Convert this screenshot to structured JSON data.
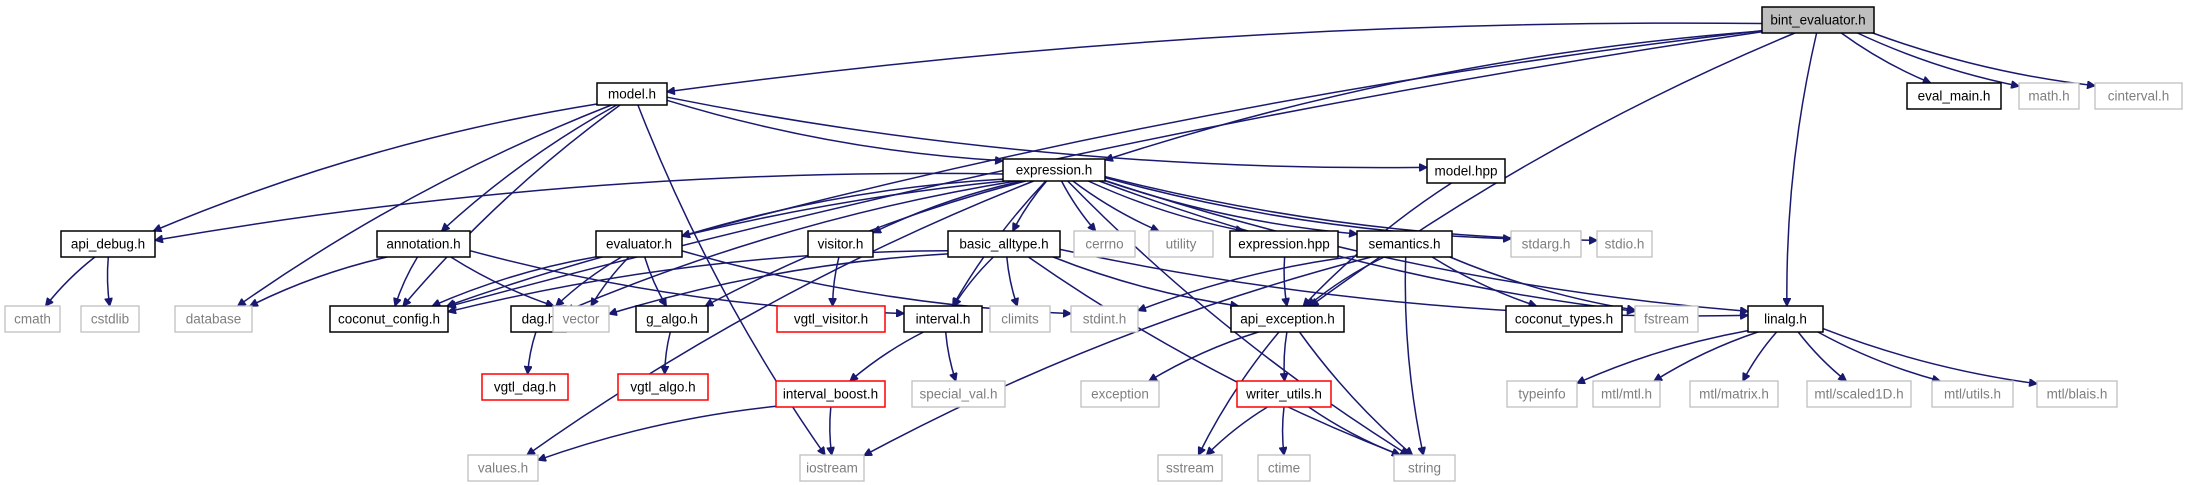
{
  "graph": {
    "root": "bint_evaluator.h",
    "nodes": [
      {
        "id": "bint",
        "label": "bint_evaluator.h",
        "style": "root"
      },
      {
        "id": "model_h",
        "label": "model.h",
        "style": "doc"
      },
      {
        "id": "eval_main",
        "label": "eval_main.h",
        "style": "doc"
      },
      {
        "id": "math_h",
        "label": "math.h",
        "style": "ext"
      },
      {
        "id": "cinterval",
        "label": "cinterval.h",
        "style": "ext"
      },
      {
        "id": "expression",
        "label": "expression.h",
        "style": "doc"
      },
      {
        "id": "model_hpp",
        "label": "model.hpp",
        "style": "doc"
      },
      {
        "id": "api_debug",
        "label": "api_debug.h",
        "style": "doc"
      },
      {
        "id": "annotation",
        "label": "annotation.h",
        "style": "doc"
      },
      {
        "id": "evaluator",
        "label": "evaluator.h",
        "style": "doc"
      },
      {
        "id": "visitor",
        "label": "visitor.h",
        "style": "doc"
      },
      {
        "id": "basic_alltype",
        "label": "basic_alltype.h",
        "style": "doc"
      },
      {
        "id": "cerrno",
        "label": "cerrno",
        "style": "ext"
      },
      {
        "id": "utility",
        "label": "utility",
        "style": "ext"
      },
      {
        "id": "expression_hpp",
        "label": "expression.hpp",
        "style": "doc"
      },
      {
        "id": "semantics",
        "label": "semantics.h",
        "style": "doc"
      },
      {
        "id": "stdarg",
        "label": "stdarg.h",
        "style": "ext"
      },
      {
        "id": "stdio",
        "label": "stdio.h",
        "style": "ext"
      },
      {
        "id": "cmath",
        "label": "cmath",
        "style": "ext"
      },
      {
        "id": "cstdlib",
        "label": "cstdlib",
        "style": "ext"
      },
      {
        "id": "database",
        "label": "database",
        "style": "ext"
      },
      {
        "id": "coconut_config",
        "label": "coconut_config.h",
        "style": "doc"
      },
      {
        "id": "dag_h",
        "label": "dag.h",
        "style": "doc"
      },
      {
        "id": "vector",
        "label": "vector",
        "style": "ext"
      },
      {
        "id": "g_algo",
        "label": "g_algo.h",
        "style": "doc"
      },
      {
        "id": "vgtl_visitor",
        "label": "vgtl_visitor.h",
        "style": "red"
      },
      {
        "id": "interval_h",
        "label": "interval.h",
        "style": "doc"
      },
      {
        "id": "climits",
        "label": "climits",
        "style": "ext"
      },
      {
        "id": "stdint",
        "label": "stdint.h",
        "style": "ext"
      },
      {
        "id": "api_exception",
        "label": "api_exception.h",
        "style": "doc"
      },
      {
        "id": "coconut_types",
        "label": "coconut_types.h",
        "style": "doc"
      },
      {
        "id": "fstream",
        "label": "fstream",
        "style": "ext"
      },
      {
        "id": "linalg",
        "label": "linalg.h",
        "style": "doc"
      },
      {
        "id": "vgtl_dag",
        "label": "vgtl_dag.h",
        "style": "red"
      },
      {
        "id": "vgtl_algo",
        "label": "vgtl_algo.h",
        "style": "red"
      },
      {
        "id": "interval_boost",
        "label": "interval_boost.h",
        "style": "red"
      },
      {
        "id": "special_val",
        "label": "special_val.h",
        "style": "ext"
      },
      {
        "id": "exception",
        "label": "exception",
        "style": "ext"
      },
      {
        "id": "writer_utils",
        "label": "writer_utils.h",
        "style": "red"
      },
      {
        "id": "typeinfo",
        "label": "typeinfo",
        "style": "ext"
      },
      {
        "id": "mtl_mtl",
        "label": "mtl/mtl.h",
        "style": "ext"
      },
      {
        "id": "mtl_matrix",
        "label": "mtl/matrix.h",
        "style": "ext"
      },
      {
        "id": "mtl_scaled1d",
        "label": "mtl/scaled1D.h",
        "style": "ext"
      },
      {
        "id": "mtl_utils",
        "label": "mtl/utils.h",
        "style": "ext"
      },
      {
        "id": "mtl_blais",
        "label": "mtl/blais.h",
        "style": "ext"
      },
      {
        "id": "values",
        "label": "values.h",
        "style": "ext"
      },
      {
        "id": "iostream",
        "label": "iostream",
        "style": "ext"
      },
      {
        "id": "sstream",
        "label": "sstream",
        "style": "ext"
      },
      {
        "id": "ctime",
        "label": "ctime",
        "style": "ext"
      },
      {
        "id": "string",
        "label": "string",
        "style": "ext"
      }
    ],
    "edges": [
      [
        "bint",
        "model_h"
      ],
      [
        "bint",
        "eval_main"
      ],
      [
        "bint",
        "math_h"
      ],
      [
        "bint",
        "cinterval"
      ],
      [
        "bint",
        "expression"
      ],
      [
        "bint",
        "evaluator"
      ],
      [
        "bint",
        "coconut_config"
      ],
      [
        "bint",
        "api_exception"
      ],
      [
        "bint",
        "linalg"
      ],
      [
        "model_h",
        "expression"
      ],
      [
        "model_h",
        "model_hpp"
      ],
      [
        "model_h",
        "api_debug"
      ],
      [
        "model_h",
        "annotation"
      ],
      [
        "model_h",
        "database"
      ],
      [
        "model_h",
        "coconut_config"
      ],
      [
        "model_h",
        "iostream"
      ],
      [
        "model_hpp",
        "api_exception"
      ],
      [
        "expression",
        "api_debug"
      ],
      [
        "expression",
        "evaluator"
      ],
      [
        "expression",
        "visitor"
      ],
      [
        "expression",
        "basic_alltype"
      ],
      [
        "expression",
        "cerrno"
      ],
      [
        "expression",
        "utility"
      ],
      [
        "expression",
        "expression_hpp"
      ],
      [
        "expression",
        "semantics"
      ],
      [
        "expression",
        "stdarg"
      ],
      [
        "expression",
        "stdio"
      ],
      [
        "expression",
        "string"
      ],
      [
        "expression",
        "coconut_config"
      ],
      [
        "expression",
        "dag_h"
      ],
      [
        "expression",
        "g_algo"
      ],
      [
        "expression",
        "interval_h"
      ],
      [
        "expression",
        "linalg"
      ],
      [
        "expression",
        "values"
      ],
      [
        "expression",
        "fstream"
      ],
      [
        "api_debug",
        "cmath"
      ],
      [
        "api_debug",
        "cstdlib"
      ],
      [
        "annotation",
        "database"
      ],
      [
        "annotation",
        "coconut_config"
      ],
      [
        "annotation",
        "vector"
      ],
      [
        "annotation",
        "interval_h"
      ],
      [
        "evaluator",
        "coconut_config"
      ],
      [
        "evaluator",
        "dag_h"
      ],
      [
        "evaluator",
        "vector"
      ],
      [
        "evaluator",
        "g_algo"
      ],
      [
        "evaluator",
        "stdint"
      ],
      [
        "visitor",
        "vgtl_visitor"
      ],
      [
        "basic_alltype",
        "coconut_config"
      ],
      [
        "basic_alltype",
        "vector"
      ],
      [
        "basic_alltype",
        "interval_h"
      ],
      [
        "basic_alltype",
        "climits"
      ],
      [
        "basic_alltype",
        "api_exception"
      ],
      [
        "basic_alltype",
        "linalg"
      ],
      [
        "basic_alltype",
        "string"
      ],
      [
        "expression_hpp",
        "api_exception"
      ],
      [
        "semantics",
        "stdint"
      ],
      [
        "semantics",
        "api_exception"
      ],
      [
        "semantics",
        "coconut_types"
      ],
      [
        "semantics",
        "fstream"
      ],
      [
        "semantics",
        "string"
      ],
      [
        "semantics",
        "iostream"
      ],
      [
        "dag_h",
        "vgtl_dag"
      ],
      [
        "g_algo",
        "vgtl_algo"
      ],
      [
        "interval_h",
        "interval_boost"
      ],
      [
        "interval_h",
        "special_val"
      ],
      [
        "interval_boost",
        "values"
      ],
      [
        "interval_boost",
        "iostream"
      ],
      [
        "api_exception",
        "exception"
      ],
      [
        "api_exception",
        "writer_utils"
      ],
      [
        "api_exception",
        "sstream"
      ],
      [
        "api_exception",
        "string"
      ],
      [
        "writer_utils",
        "sstream"
      ],
      [
        "writer_utils",
        "ctime"
      ],
      [
        "writer_utils",
        "string"
      ],
      [
        "linalg",
        "typeinfo"
      ],
      [
        "linalg",
        "mtl_mtl"
      ],
      [
        "linalg",
        "mtl_matrix"
      ],
      [
        "linalg",
        "mtl_scaled1d"
      ],
      [
        "linalg",
        "mtl_utils"
      ],
      [
        "linalg",
        "mtl_blais"
      ]
    ]
  }
}
